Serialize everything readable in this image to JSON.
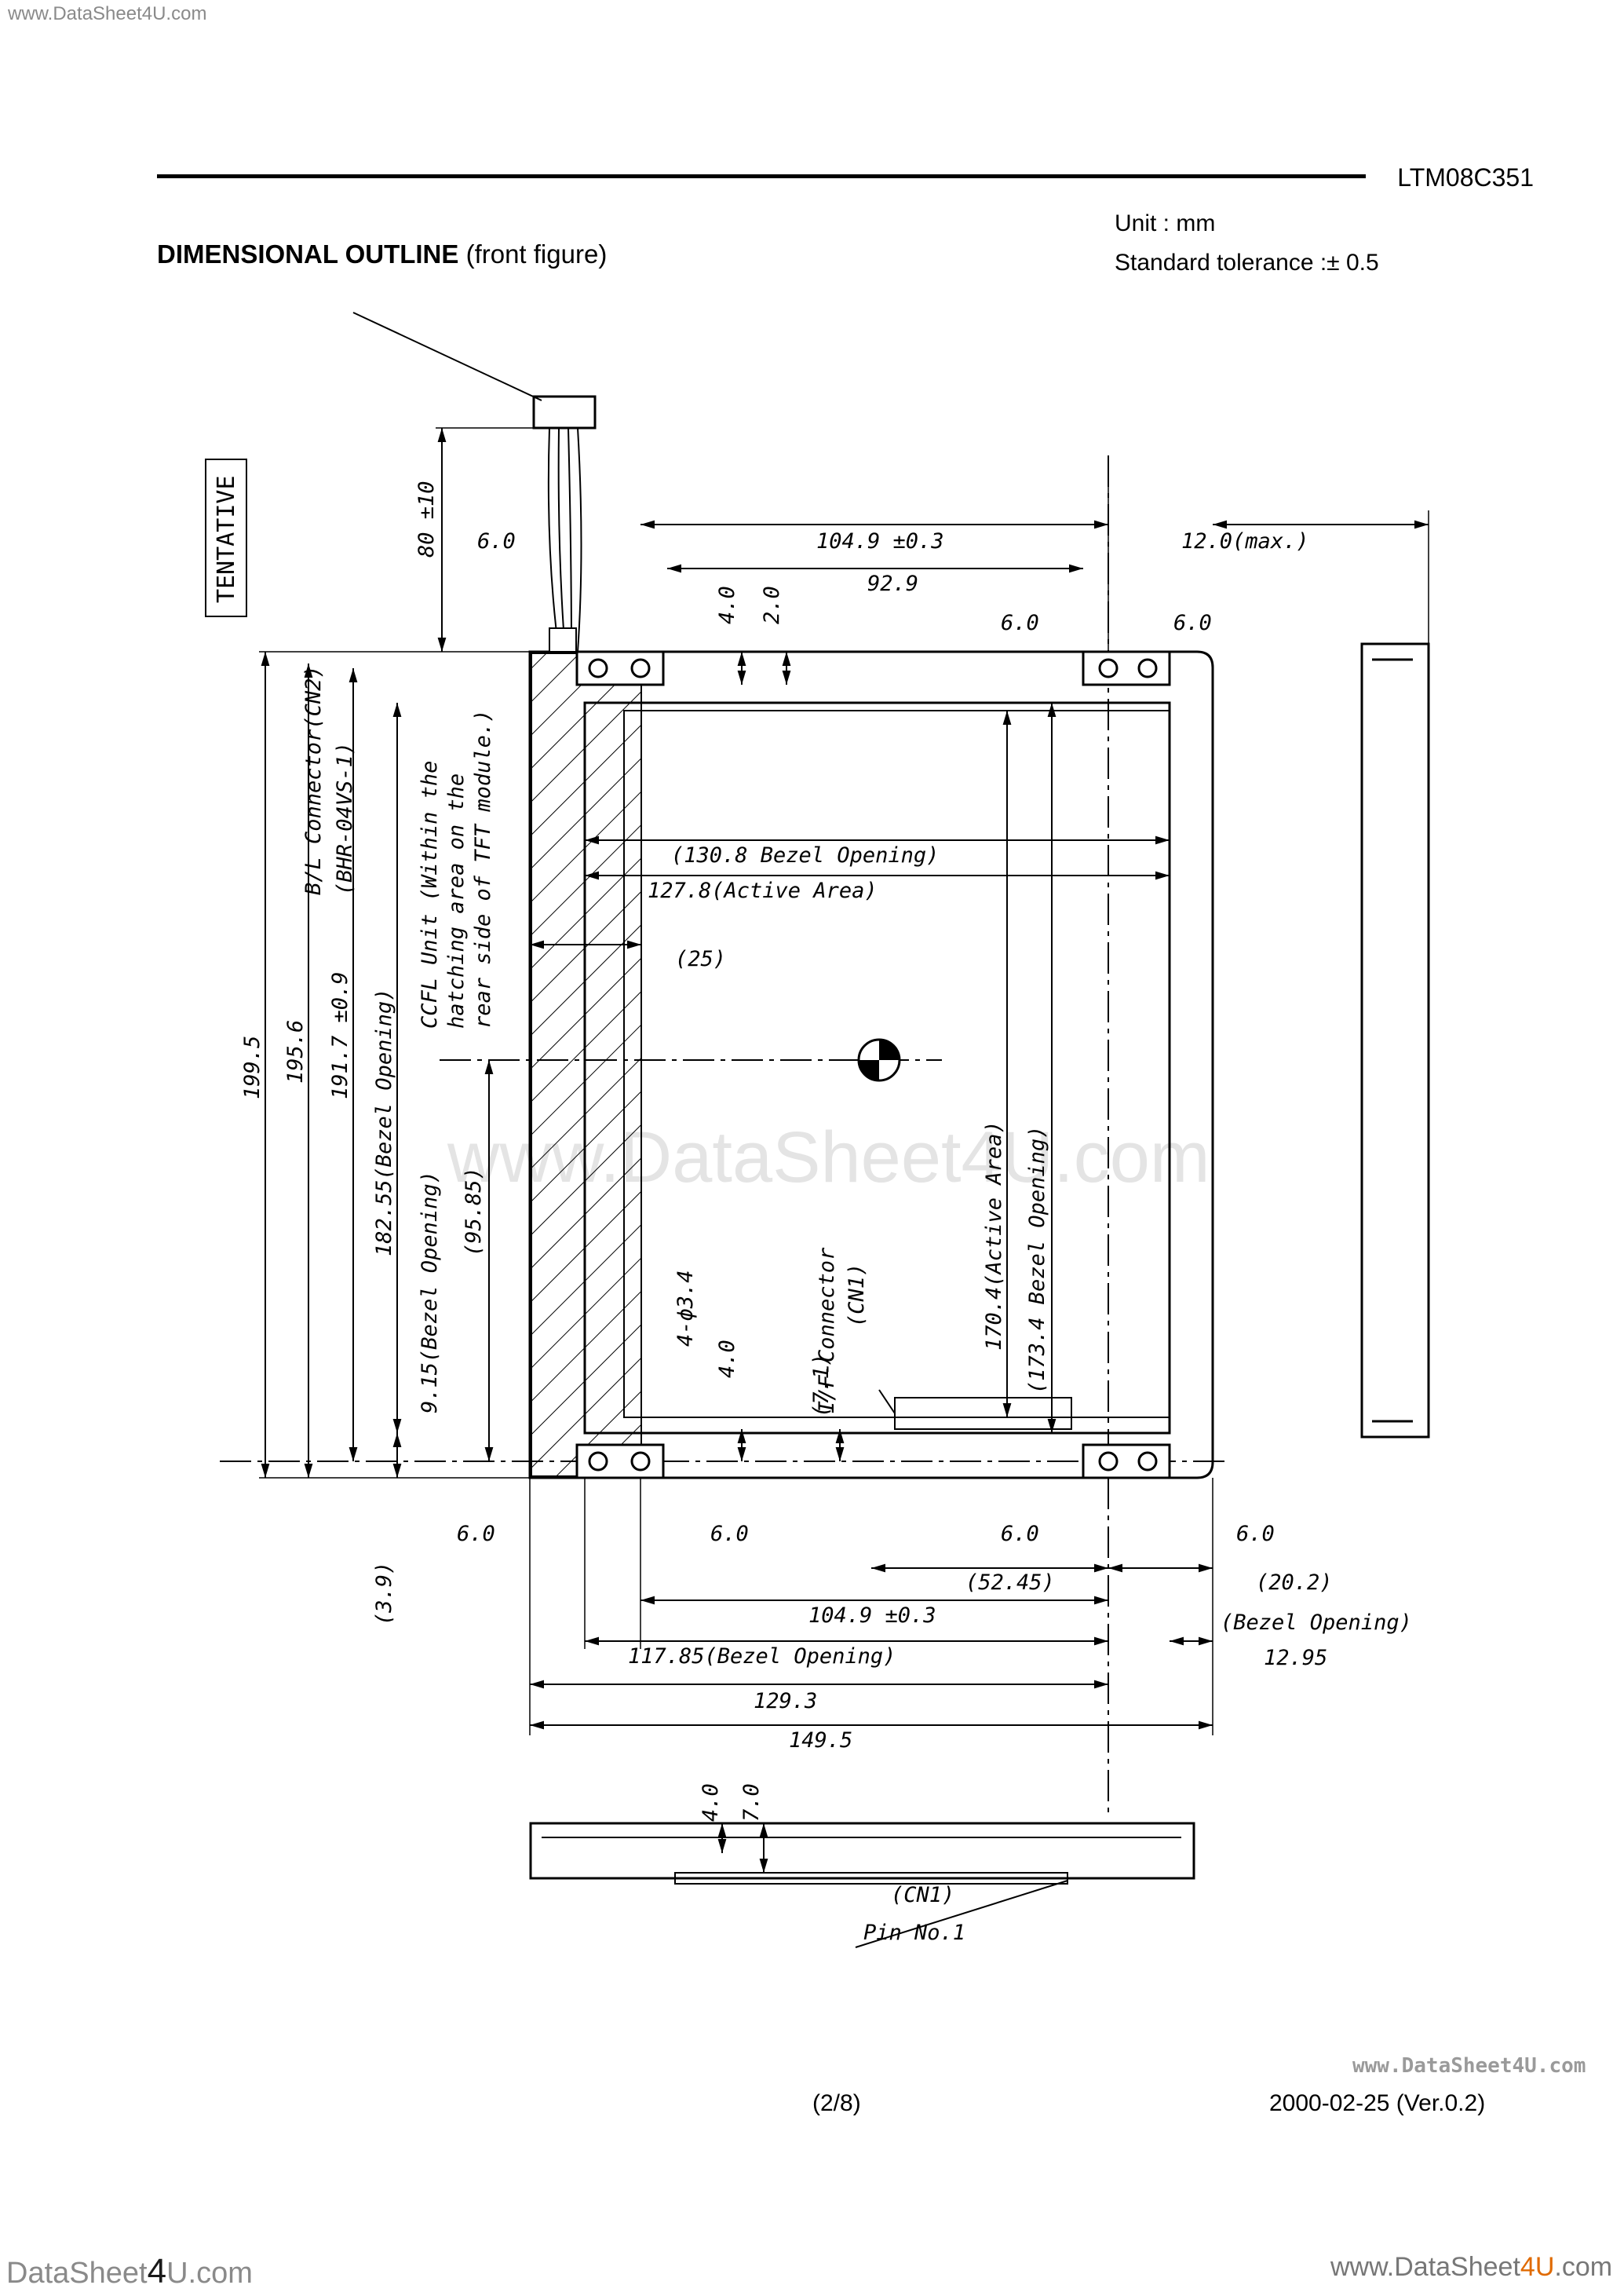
{
  "header": {
    "site_url": "www.DataSheet4U.com",
    "part_number": "LTM08C351",
    "title_bold": "DIMENSIONAL OUTLINE",
    "title_rest": "(front figure)",
    "unit": "Unit : mm",
    "tolerance": "Standard tolerance :±  0.5"
  },
  "drawing": {
    "status_label": "TENTATIVE",
    "bl_connector": "B/L Connector(CN2)",
    "bl_connector_part": "(BHR-04VS-1)",
    "cable_length": "80 ±10",
    "width_total": "149.5",
    "width_body": "129.3",
    "bezel_width": "117.85(Bezel Opening)",
    "hole_pitch_top": "104.9 ±0.3",
    "hole_pitch_bottom": "104.9 ±0.3",
    "top_notch": "92.9",
    "bezel_w_inner": "(130.8 Bezel Opening)",
    "active_w": "127.8(Active Area)",
    "offset_25": "(25)",
    "offset_5245": "(52.45)",
    "offset_202": "(20.2)",
    "offset_1295": "12.95",
    "offset_1295_note": "(Bezel Opening)",
    "depth_max": "12.0(max.)",
    "height_total": "199.5",
    "height_body": "195.6",
    "height_holes": "191.7 ±0.9",
    "bezel_h": "182.55(Bezel Opening)",
    "bezel_h_offset": "9.15(Bezel Opening)",
    "bottom_offset": "(3.9)",
    "center_offset": "(95.85)",
    "active_h": "170.4(Active Area)",
    "bezel_h_inner": "(173.4 Bezel Opening)",
    "hole_spec": "4-ϕ3.4",
    "dim_60": "6.0",
    "dim_40": "4.0",
    "dim_20": "2.0",
    "dim_70": "7.0",
    "dim_71": "(7.1)",
    "if_connector": "I/F-Connector",
    "cn1": "(CN1)",
    "ccfl_line1": "CCFL Unit (Within the",
    "ccfl_line2": "hatching area on the",
    "ccfl_line3": "rear side of TFT module.)",
    "pin_label": "Pin No.1",
    "watermark": "www.DataSheet4U.com"
  },
  "footer": {
    "page": "(2/8)",
    "date_version": "2000-02-25 (Ver.0.2)",
    "right_watermark": "www.DataSheet4U.com",
    "left_brand_a": "DataSheet",
    "left_brand_b": "4",
    "left_brand_c": "U.com",
    "right_brand_a": "www.DataSheet",
    "right_brand_b": "4U",
    "right_brand_c": ".com"
  }
}
